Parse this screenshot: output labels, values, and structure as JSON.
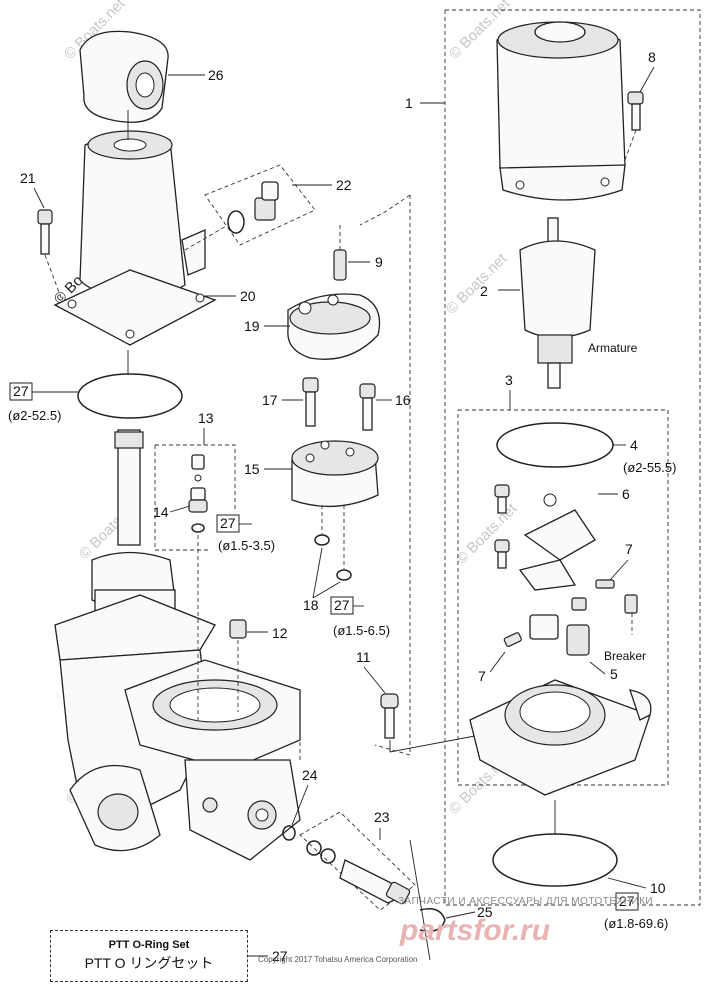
{
  "part_numbers": {
    "p1": "1",
    "p2": "2",
    "p3": "3",
    "p4": "4",
    "p5": "5",
    "p6": "6",
    "p7a": "7",
    "p7b": "7",
    "p8": "8",
    "p9": "9",
    "p10": "10",
    "p11": "11",
    "p12": "12",
    "p13": "13",
    "p14": "14",
    "p15": "15",
    "p16": "16",
    "p17": "17",
    "p18": "18",
    "p19": "19",
    "p20": "20",
    "p21": "21",
    "p22": "22",
    "p23": "23",
    "p24": "24",
    "p25": "25",
    "p26": "26",
    "p27_legend": "27",
    "ref27_a": "27",
    "ref27_b": "27",
    "ref27_c": "27",
    "ref27_d": "27"
  },
  "specs": {
    "s_52_5": "(ø2-52.5)",
    "s_55_5": "(ø2-55.5)",
    "s_3_5": "(ø1.5-3.5)",
    "s_6_5": "(ø1.5-6.5)",
    "s_69_6": "(ø1.8-69.6)"
  },
  "words": {
    "armature": "Armature",
    "breaker": "Breaker"
  },
  "legend": {
    "title": "PTT O-Ring Set",
    "subtitle": "PTT O リングセット"
  },
  "watermarks": {
    "w1": "© Boats.net",
    "w2": "© Boats.net",
    "w3": "© Boats.net",
    "w4": "© Boats.net",
    "w5": "© Boats.net",
    "w6": "© Boats.net",
    "w7": "© Boats.net",
    "w8": "© Boats.net"
  },
  "footer": {
    "copyright": "Copyright 2017 Tohatsu America Corporation",
    "ad_text": "ЗАПЧАСТИ И АКСЕССУАРЫ ДЛЯ МОТОТЕХНИКИ",
    "site_logo": "partsfor.ru"
  }
}
